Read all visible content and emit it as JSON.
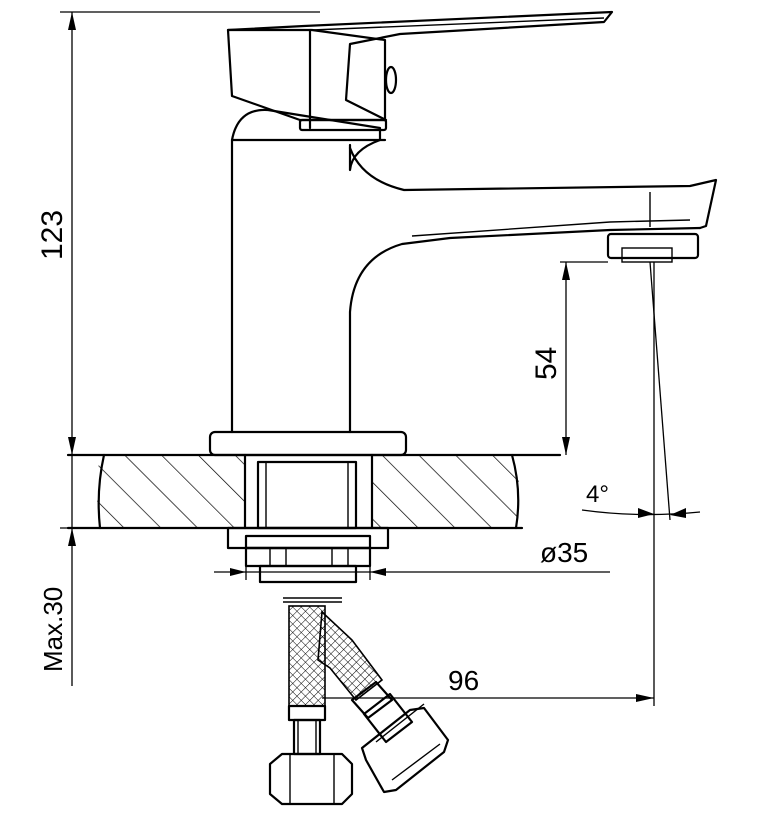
{
  "dimensions": {
    "total_height": "123",
    "spout_height": "54",
    "angle": "4°",
    "diameter": "ø35",
    "spout_reach": "96",
    "max_thickness": "Max.30"
  },
  "colors": {
    "line": "#000000",
    "background": "#ffffff"
  }
}
